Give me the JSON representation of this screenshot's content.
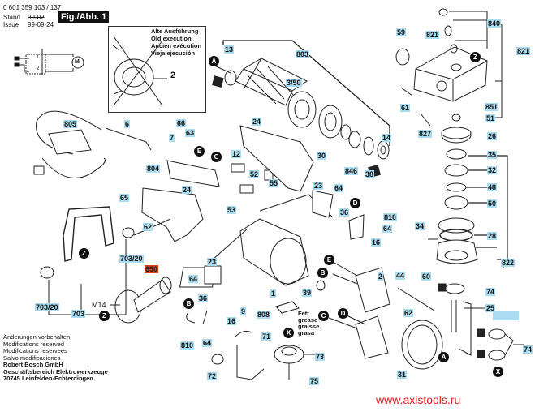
{
  "header": {
    "part_number": "0 601 359 103 / 137",
    "stand_label": "Stand",
    "stand_value": "99-02",
    "issue_label": "Issue",
    "issue_value": "99-09-24",
    "figure_label": "Fig./Abb. 1"
  },
  "old_execution": {
    "lines": [
      "Alte Ausführung",
      "Old execution",
      "Ancien exécution",
      "Vieja ejecución"
    ],
    "part_ref": "2"
  },
  "schematic": {
    "motor_label": "M",
    "terminal_1": "1",
    "terminal_2": "2"
  },
  "part_labels": [
    "13",
    "803",
    "3/50",
    "59",
    "821",
    "840",
    "821",
    "61",
    "851",
    "51",
    "827",
    "26",
    "24",
    "30",
    "14",
    "846",
    "38",
    "805",
    "6",
    "66",
    "63",
    "7",
    "804",
    "12",
    "52",
    "55",
    "53",
    "24",
    "65",
    "62",
    "23",
    "64",
    "36",
    "810",
    "64",
    "16",
    "703/20",
    "703/20",
    "703",
    "64",
    "23",
    "36",
    "16",
    "9",
    "1",
    "808",
    "39",
    "2",
    "44",
    "60",
    "74",
    "25",
    "62",
    "810",
    "64",
    "71",
    "72",
    "73",
    "75",
    "31",
    "74",
    "35",
    "32",
    "48",
    "50",
    "34",
    "28",
    "822"
  ],
  "highlight_label": "650",
  "highlight_color": "#e0411f",
  "label_color": "#a9dcf0",
  "thread_label": "M14",
  "marker_letters": [
    "A",
    "Z",
    "E",
    "C",
    "D",
    "E",
    "B",
    "C",
    "D",
    "X",
    "B",
    "Z",
    "Z",
    "A",
    "X"
  ],
  "grease_note": [
    "Fett",
    "grease",
    "graisse",
    "grasa"
  ],
  "footer": {
    "lines": [
      "Änderungen vorbehalten",
      "Modifications reserved",
      "Modifications reservees",
      "Salvo modificaciones"
    ],
    "company": [
      "Robert Bosch GmbH",
      "Geschäftsbereich Elektrowerkzeuge",
      "70745 Leinfelden-Echterdingen"
    ]
  },
  "watermark": "www.axistools.ru",
  "watermark_color": "#e32020"
}
